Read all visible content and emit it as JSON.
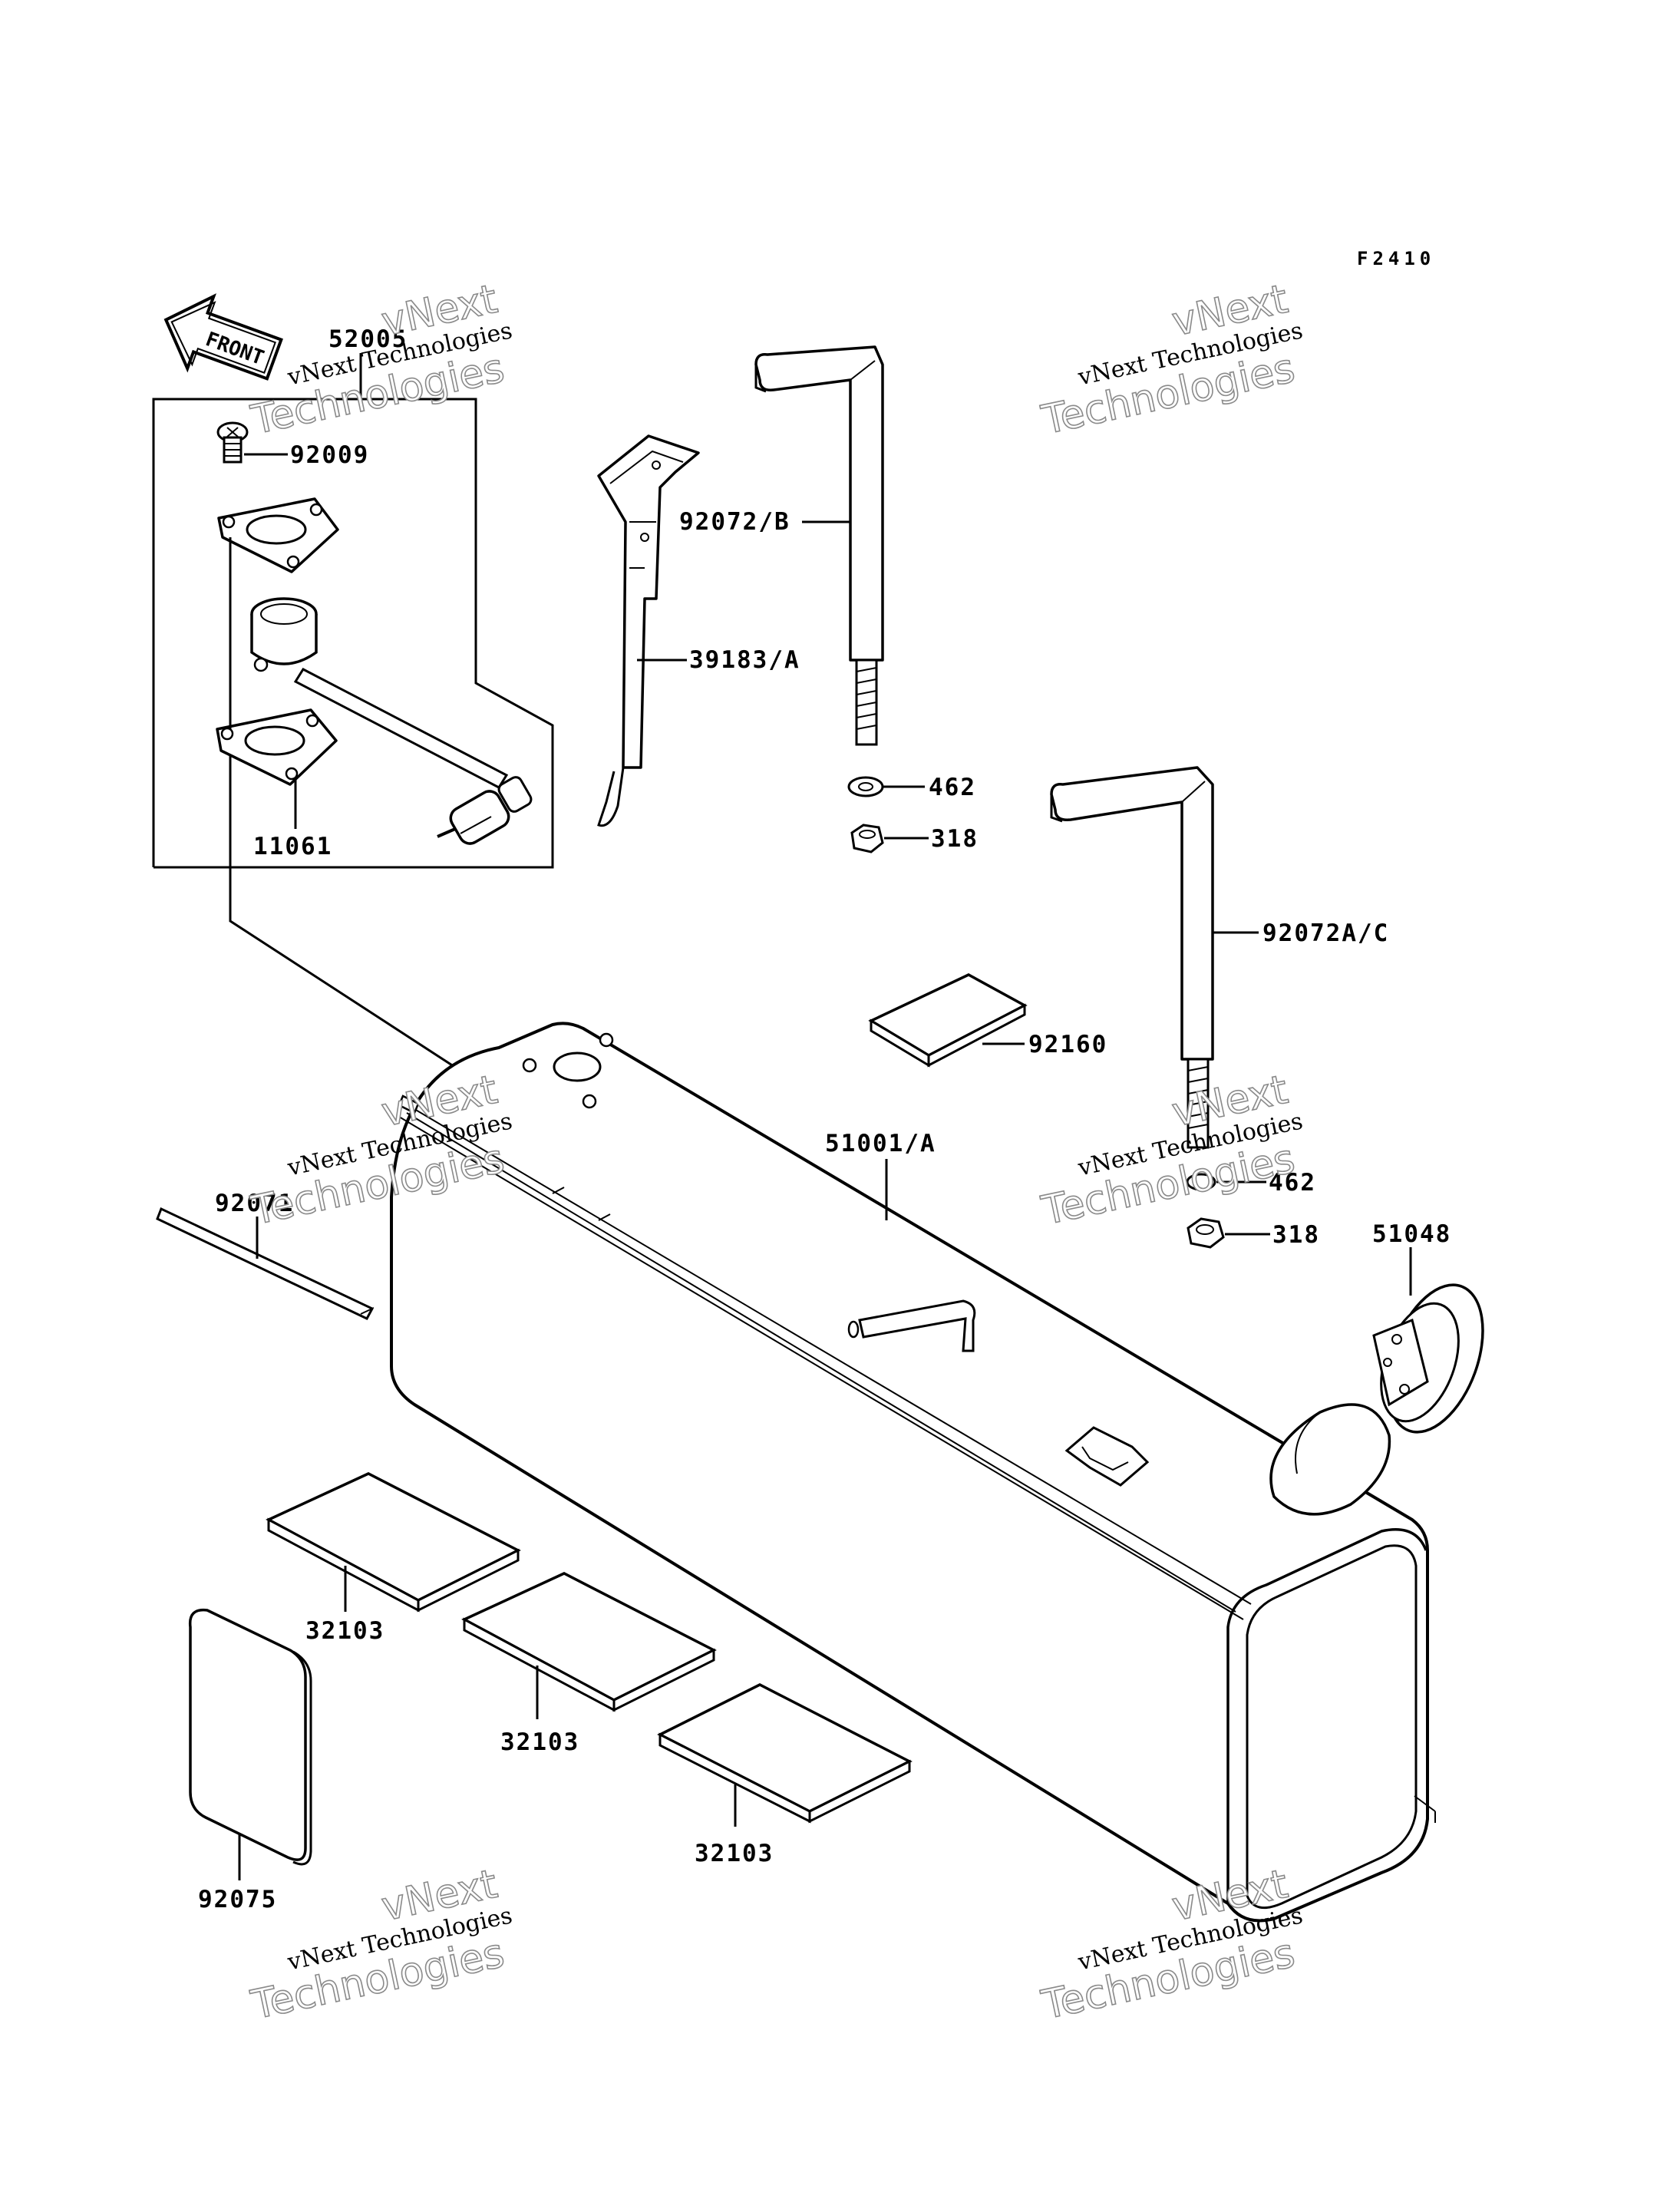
{
  "diagram_code": "F2410",
  "front_label": "FRONT",
  "watermark": {
    "line1": "vNext Technologies",
    "line2": "vNext",
    "line3": "Technologies"
  },
  "labels": {
    "p52005": "52005",
    "p92009": "92009",
    "p11061": "11061",
    "p39183A": "39183/A",
    "p92072B": "92072/B",
    "p462a": "462",
    "p318a": "318",
    "p92072AC": "92072A/C",
    "p92160": "92160",
    "p51001A": "51001/A",
    "p462b": "462",
    "p318b": "318",
    "p51048": "51048",
    "p92071": "92071",
    "p32103a": "32103",
    "p32103b": "32103",
    "p32103c": "32103",
    "p92075": "92075"
  }
}
